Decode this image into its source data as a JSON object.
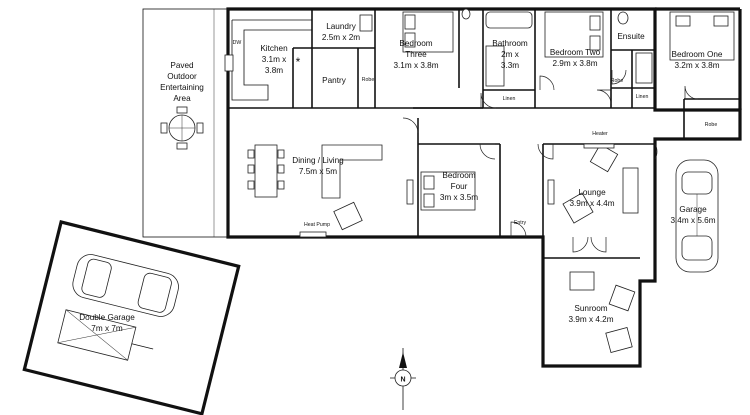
{
  "rooms": {
    "outdoor": {
      "line1": "Paved",
      "line2": "Outdoor",
      "line3": "Entertaining",
      "line4": "Area"
    },
    "kitchen": {
      "name": "Kitchen",
      "dim1": "3.1m x",
      "dim2": "3.8m"
    },
    "laundry": {
      "name": "Laundry",
      "dim": "2.5m x 2m"
    },
    "pantry": {
      "name": "Pantry"
    },
    "bed3": {
      "name1": "Bedroom",
      "name2": "Three",
      "dim": "3.1m x 3.8m"
    },
    "bathroom": {
      "name": "Bathroom",
      "dim1": "2m x",
      "dim2": "3.3m"
    },
    "bed2": {
      "name": "Bedroom Two",
      "dim": "2.9m x 3.8m"
    },
    "ensuite": {
      "name": "Ensuite"
    },
    "bed1": {
      "name": "Bedroom One",
      "dim": "3.2m x 3.8m"
    },
    "dining": {
      "name": "Dining / Living",
      "dim": "7.5m x 5m"
    },
    "bed4": {
      "name1": "Bedroom",
      "name2": "Four",
      "dim": "3m x 3.5m"
    },
    "lounge": {
      "name": "Lounge",
      "dim": "3.9m x 4.4m"
    },
    "garage": {
      "name": "Garage",
      "dim": "3.4m x 5.6m"
    },
    "sunroom": {
      "name": "Sunroom",
      "dim": "3.9m x 4.2m"
    },
    "double_garage": {
      "name": "Double Garage",
      "dim": "7m x 7m"
    }
  },
  "small_labels": {
    "dw": "DW",
    "robe": "Robe",
    "linen": "Linen",
    "heater": "Heater",
    "heat_pump": "Heat Pump",
    "entry": "Entry"
  },
  "compass": {
    "letter": "N"
  }
}
